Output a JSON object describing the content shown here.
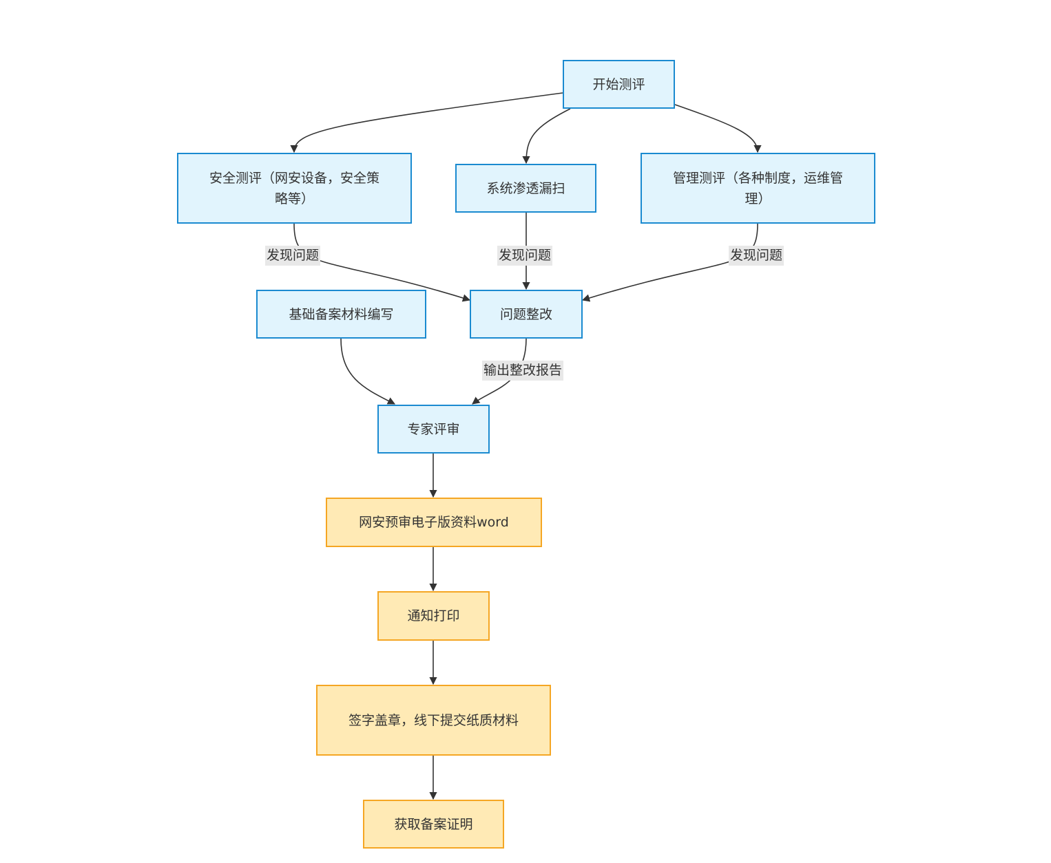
{
  "nodes": {
    "start": "开始测评",
    "security": "安全测评（网安设备，安全策略等）",
    "pentest": "系统渗透漏扫",
    "management": "管理测评（各种制度，运维管理）",
    "basic_materials": "基础备案材料编写",
    "fix": "问题整改",
    "expert": "专家评审",
    "word": "网安预审电子版资料word",
    "print": "通知打印",
    "sign": "签字盖章，线下提交纸质材料",
    "cert": "获取备案证明"
  },
  "edge_labels": {
    "security_fix": "发现问题",
    "pentest_fix": "发现问题",
    "management_fix": "发现问题",
    "fix_expert": "输出整改报告"
  },
  "colors": {
    "stage1_fill": "#e1f4fd",
    "stage1_border": "#1a8ad0",
    "stage2_fill": "#ffeab5",
    "stage2_border": "#f5a623",
    "edge": "#333333",
    "label_bg": "#e8e8e8"
  }
}
